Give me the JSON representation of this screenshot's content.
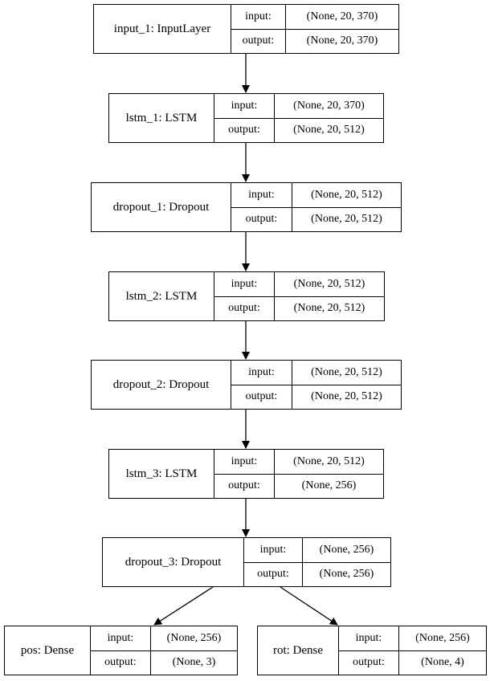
{
  "io_labels": {
    "input": "input:",
    "output": "output:"
  },
  "nodes": [
    {
      "name": "input_1: InputLayer",
      "input": "(None, 20, 370)",
      "output": "(None, 20, 370)"
    },
    {
      "name": "lstm_1: LSTM",
      "input": "(None, 20, 370)",
      "output": "(None, 20, 512)"
    },
    {
      "name": "dropout_1: Dropout",
      "input": "(None, 20, 512)",
      "output": "(None, 20, 512)"
    },
    {
      "name": "lstm_2: LSTM",
      "input": "(None, 20, 512)",
      "output": "(None, 20, 512)"
    },
    {
      "name": "dropout_2: Dropout",
      "input": "(None, 20, 512)",
      "output": "(None, 20, 512)"
    },
    {
      "name": "lstm_3: LSTM",
      "input": "(None, 20, 512)",
      "output": "(None, 256)"
    },
    {
      "name": "dropout_3: Dropout",
      "input": "(None, 256)",
      "output": "(None, 256)"
    },
    {
      "name": "pos: Dense",
      "input": "(None, 256)",
      "output": "(None, 3)"
    },
    {
      "name": "rot: Dense",
      "input": "(None, 256)",
      "output": "(None, 4)"
    }
  ],
  "edges": [
    {
      "from": "input_1",
      "to": "lstm_1"
    },
    {
      "from": "lstm_1",
      "to": "dropout_1"
    },
    {
      "from": "dropout_1",
      "to": "lstm_2"
    },
    {
      "from": "lstm_2",
      "to": "dropout_2"
    },
    {
      "from": "dropout_2",
      "to": "lstm_3"
    },
    {
      "from": "lstm_3",
      "to": "dropout_3"
    },
    {
      "from": "dropout_3",
      "to": "pos"
    },
    {
      "from": "dropout_3",
      "to": "rot"
    }
  ]
}
